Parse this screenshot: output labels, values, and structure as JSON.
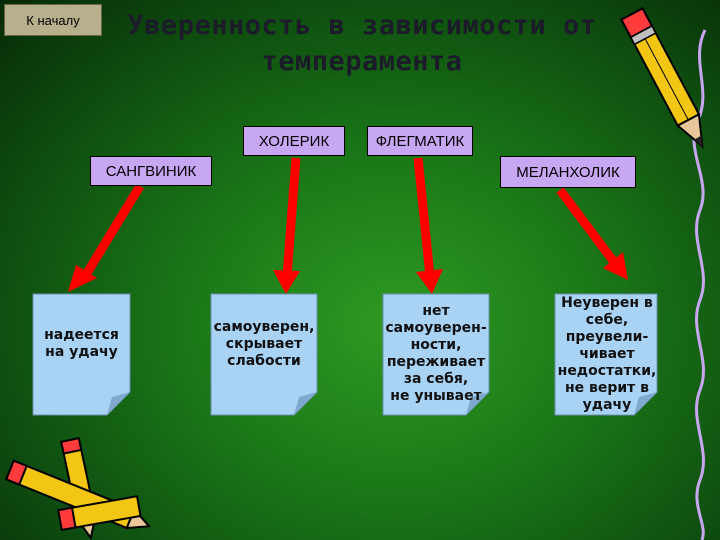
{
  "nav": {
    "back_label": "К началу"
  },
  "title": {
    "line1": "Уверенность в зависимости от",
    "line2": "темперамента"
  },
  "types": {
    "choleric": "ХОЛЕРИК",
    "phlegmatic": "ФЛЕГМАТИК",
    "sanguine": "САНГВИНИК",
    "melancholic": "МЕЛАНХОЛИК"
  },
  "notes": {
    "sanguine": [
      "надеется",
      "на удачу"
    ],
    "choleric": [
      "самоуверен,",
      "скрывает",
      "слабости"
    ],
    "phlegmatic": [
      "нет",
      "самоуверен-",
      "ности,",
      "переживает",
      "за себя,",
      "не унывает"
    ],
    "melancholic": [
      "Неуверен в",
      "себе,",
      "преувели-",
      "чивает",
      "недостатки,",
      "не верит в",
      "удачу"
    ]
  },
  "colors": {
    "box": "#c8a7f2",
    "arrow": "#ff0000",
    "note": "#a9d3f5",
    "background": "#1b7a18"
  },
  "icons": [
    "pencil-icon",
    "crossed-pencils-icon",
    "back-arrow-button"
  ]
}
